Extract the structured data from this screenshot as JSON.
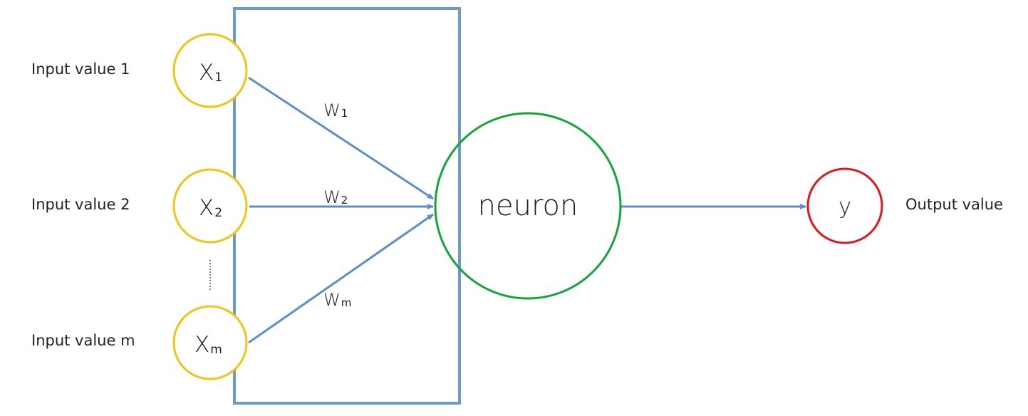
{
  "inputs": [
    {
      "label": "Input value 1",
      "symbol": "X",
      "subscript": "1",
      "weight_symbol": "W",
      "weight_subscript": "1"
    },
    {
      "label": "Input value 2",
      "symbol": "X",
      "subscript": "2",
      "weight_symbol": "W",
      "weight_subscript": "2"
    },
    {
      "label": "Input value m",
      "symbol": "X",
      "subscript": "m",
      "weight_symbol": "W",
      "weight_subscript": "m"
    }
  ],
  "neuron": {
    "label": "neuron"
  },
  "output": {
    "symbol": "y",
    "label": "Output value"
  },
  "colors": {
    "input_circle": "#F0C419",
    "neuron_circle": "#13A538",
    "output_circle": "#E3151B",
    "box": "#6A9BD0",
    "arrow": "#5B8DD0",
    "ellipsis_line": "#555555"
  }
}
